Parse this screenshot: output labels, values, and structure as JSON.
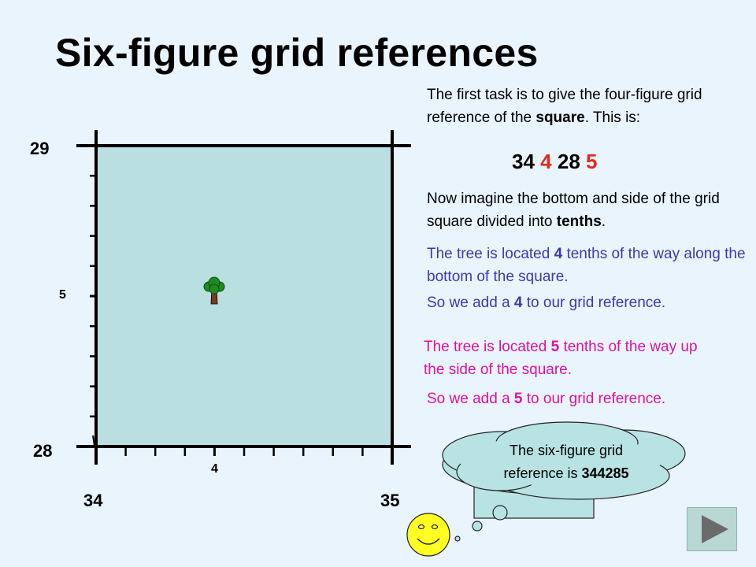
{
  "title": "Six-figure grid references",
  "grid": {
    "easting_left": "34",
    "easting_right": "35",
    "northing_top": "29",
    "northing_bottom": "28",
    "bottom_tenths_label": "4",
    "side_tenths_label": "5",
    "tree_easting_tenths": 4,
    "tree_northing_tenths": 5,
    "colors": {
      "square_fill": "#badfe0",
      "grid_line": "#000000",
      "trunk": "#7a3b1a",
      "foliage": "#1f8a22"
    }
  },
  "explanation": {
    "task_line1_pre": "The first task is to give the four-figure grid reference of the ",
    "task_bold": "square",
    "task_post": ". This is:",
    "ref_parts": [
      "34",
      "4",
      "28",
      "5"
    ],
    "tenths_pre": "Now imagine the bottom and side of the grid square divided into ",
    "tenths_bold": "tenths",
    "tenths_post": ".",
    "tree_bottom_pre": "The tree is located ",
    "tree_bottom_num": "4",
    "tree_bottom_post": " tenths of the way along the bottom of the square.",
    "add4_pre": "So we add a ",
    "add4_num": "4",
    "add4_post": " to our grid reference.",
    "tree_side_pre": "The tree is located ",
    "tree_side_num": "5",
    "tree_side_post": " tenths of the way up the side of the square.",
    "add5_pre": "So we add a ",
    "add5_num": "5",
    "add5_post": " to our grid reference."
  },
  "speech": {
    "line1": "The six-figure grid",
    "line2_pre": "reference is ",
    "line2_bold": "344285"
  },
  "colors": {
    "background": "#eaf4fd",
    "blue_text": "#3a3ab0",
    "magenta_text": "#e0129a",
    "red_digits": "#e8261c",
    "cloud_fill": "#b9e3e3",
    "face_fill": "#ffff22"
  },
  "icons": {
    "tree": "tree-icon",
    "smiley": "smiley-icon",
    "next": "play-triangle-icon"
  }
}
